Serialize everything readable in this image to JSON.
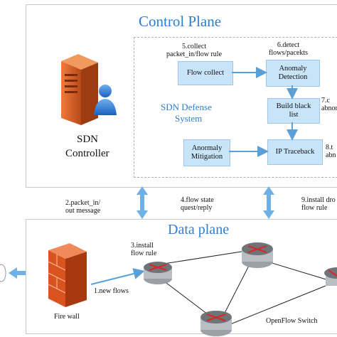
{
  "control_plane": {
    "title": "Control Plane",
    "controller": {
      "line1": "SDN",
      "line2": "Controller"
    },
    "defense_system": {
      "line1": "SDN Defense",
      "line2": "System"
    },
    "steps": {
      "s5": "5.collect\npacket_in/flow rule",
      "s6": "6.detect\nflows/pacekts",
      "s7": "7.c\nabnor",
      "s8": "8.t\nabn"
    },
    "boxes": {
      "flow_collect": "Flow collect",
      "anomaly_detection": "Anomaly\nDetection",
      "build_black_list": "Build black\nlist",
      "anomaly_mitigation": "Anormaly\nMitigation",
      "ip_traceback": "IP Traceback"
    }
  },
  "middle_labels": {
    "packet_in": "2.packet_in/\nout message",
    "flow_state": "4.flow state\nquest/reply",
    "install_drop": "9.install dro\nflow rule"
  },
  "data_plane": {
    "title": "Data plane",
    "install_flow_rule": "3.install\nflow rule",
    "new_flows": "1.new flows",
    "fire_wall": "Fire wall",
    "openflow_switch": "OpenFlow Switch"
  },
  "colors": {
    "accent_blue": "#2c7fd0",
    "box_fill": "#c8e4f8",
    "arrow": "#5aa0d8",
    "server": "#e0662a",
    "firewall": "#d9531e"
  }
}
